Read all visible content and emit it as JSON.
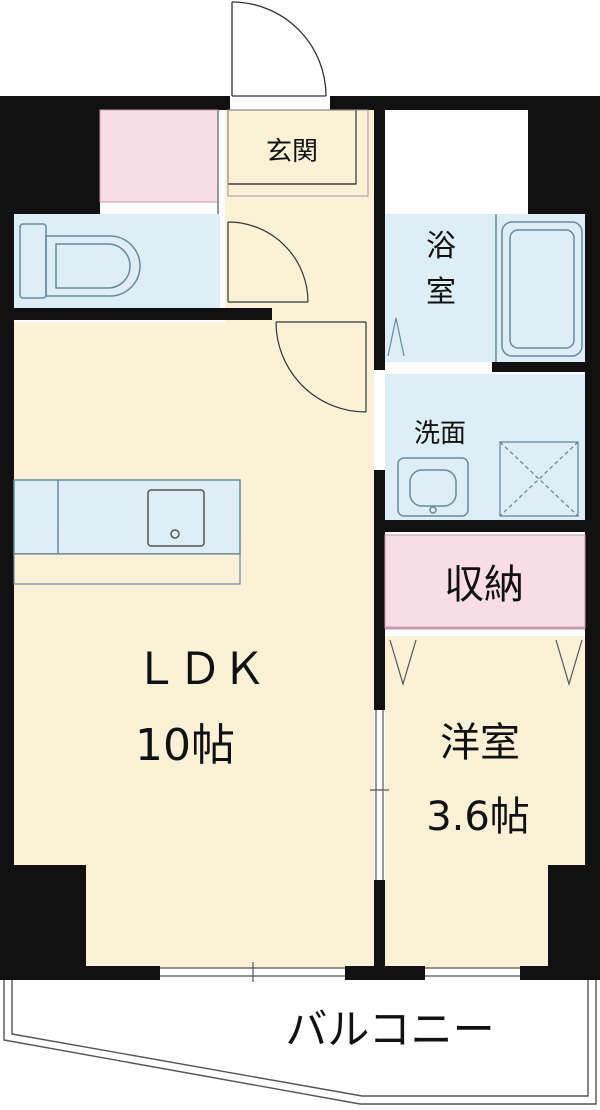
{
  "colors": {
    "floor": "#fbf1d6",
    "wet_area": "#ddeef7",
    "storage": "#f8dde6",
    "wall": "#111111",
    "fixture_line": "#6a8a99",
    "balcony": "#ffffff"
  },
  "rooms": {
    "entrance": {
      "label": "玄関"
    },
    "bath": {
      "label_line1": "浴",
      "label_line2": "室"
    },
    "washroom": {
      "label": "洗面"
    },
    "storage": {
      "label": "収納"
    },
    "ldk": {
      "label": "ＬＤＫ",
      "size": "10帖"
    },
    "western_room": {
      "label": "洋室",
      "size": "3.6帖"
    },
    "balcony": {
      "label": "バルコニー"
    }
  },
  "icons": [
    "toilet-icon",
    "bathtub-icon",
    "sink-icon",
    "kitchen-sink-icon",
    "washing-machine-pan-icon"
  ]
}
